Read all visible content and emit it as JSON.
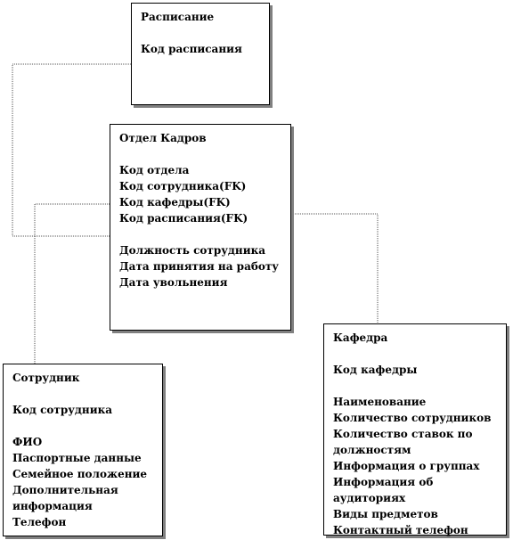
{
  "entities": {
    "raspisanie": {
      "title": "Расписание",
      "key_fields": [
        "Код расписания"
      ],
      "fields": []
    },
    "otdel_kadrov": {
      "title": "Отдел Кадров",
      "key_fields": [
        "Код отдела",
        "Код сотрудника(FK)",
        "Код кафедры(FK)",
        "Код расписания(FK)"
      ],
      "fields": [
        "Должность сотрудника",
        "Дата принятия на работу",
        "Дата увольнения"
      ]
    },
    "sotrudnik": {
      "title": "Сотрудник",
      "key_fields": [
        "Код сотрудника"
      ],
      "fields": [
        "ФИО",
        "Паспортные данные",
        "Семейное положение",
        "Дополнительная информация",
        "Телефон"
      ]
    },
    "kafedra": {
      "title": "Кафедра",
      "key_fields": [
        "Код кафедры"
      ],
      "fields": [
        "Наименование",
        "Количество сотрудников",
        "Количество ставок по должностям",
        "Информация о группах",
        "Информация об аудиториях",
        "Виды предметов",
        "Контактный телефон"
      ]
    }
  },
  "style": {
    "connector_color": "#555555",
    "shadow_color": "#808080"
  }
}
